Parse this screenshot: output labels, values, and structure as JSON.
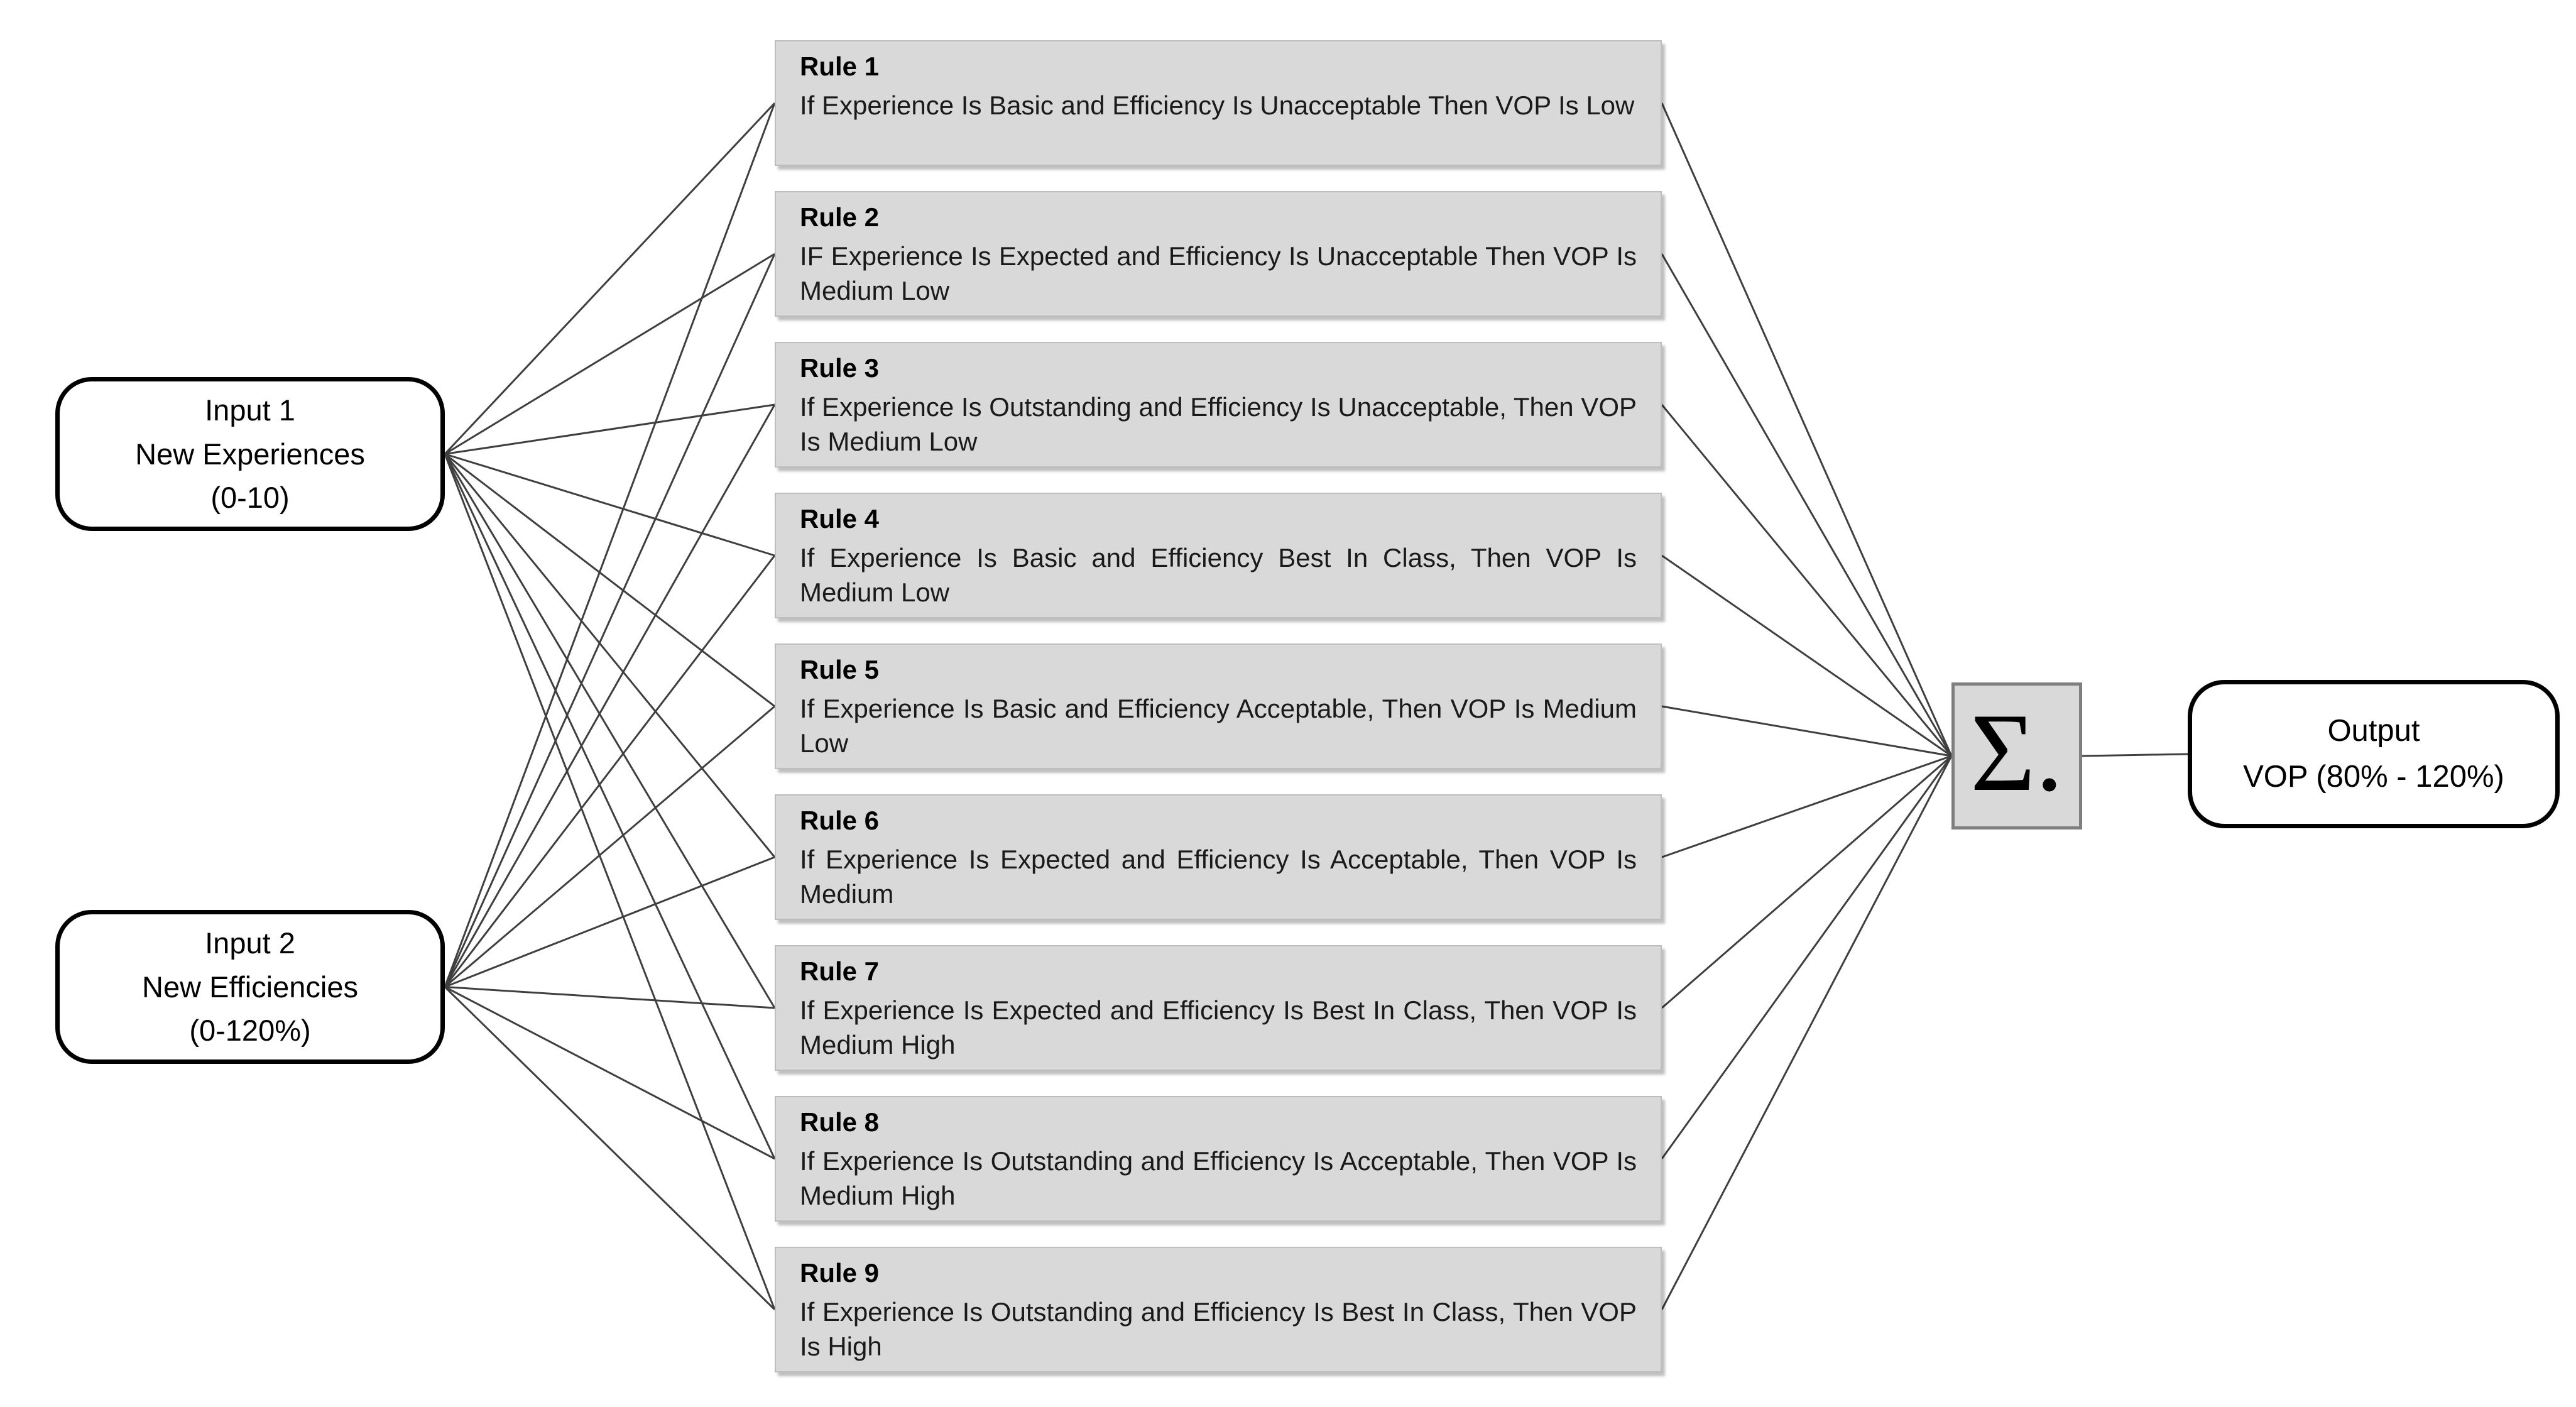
{
  "inputs": [
    {
      "title": "Input 1",
      "name": "New Experiences",
      "range": "(0-10)"
    },
    {
      "title": "Input 2",
      "name": "New Efficiencies",
      "range": "(0-120%)"
    }
  ],
  "rules": [
    {
      "title": "Rule 1",
      "text": "If Experience Is Basic and Efficiency Is Unacceptable Then VOP Is Low"
    },
    {
      "title": "Rule 2",
      "text": "IF Experience Is Expected and Efficiency Is Unacceptable Then VOP Is Medium Low"
    },
    {
      "title": "Rule 3",
      "text": "If Experience Is Outstanding and Efficiency Is Unacceptable, Then VOP Is Medium Low"
    },
    {
      "title": "Rule 4",
      "text": "If Experience Is Basic and Efficiency Best In Class, Then VOP Is Medium Low"
    },
    {
      "title": "Rule 5",
      "text": "If Experience Is Basic and Efficiency Acceptable, Then VOP Is Medium Low"
    },
    {
      "title": "Rule 6",
      "text": "If Experience Is Expected and Efficiency Is Acceptable, Then VOP Is Medium"
    },
    {
      "title": "Rule 7",
      "text": "If Experience Is Expected and Efficiency Is Best In Class, Then VOP Is Medium High"
    },
    {
      "title": "Rule 8",
      "text": "If Experience Is Outstanding and Efficiency Is Acceptable, Then VOP Is Medium High"
    },
    {
      "title": "Rule 9",
      "text": "If Experience Is Outstanding and Efficiency Is Best In Class, Then VOP Is High"
    }
  ],
  "aggregator": {
    "symbol": "Σ."
  },
  "output": {
    "title": "Output",
    "value": "VOP (80% - 120%)"
  },
  "colors": {
    "background": "#ffffff",
    "rule_fill": "#d9d9d9",
    "rule_border": "#bdbdbd",
    "sum_fill": "#d9d9d9",
    "sum_border": "#7f7f7f",
    "node_border": "#000000",
    "line": "#3f3f3f"
  }
}
